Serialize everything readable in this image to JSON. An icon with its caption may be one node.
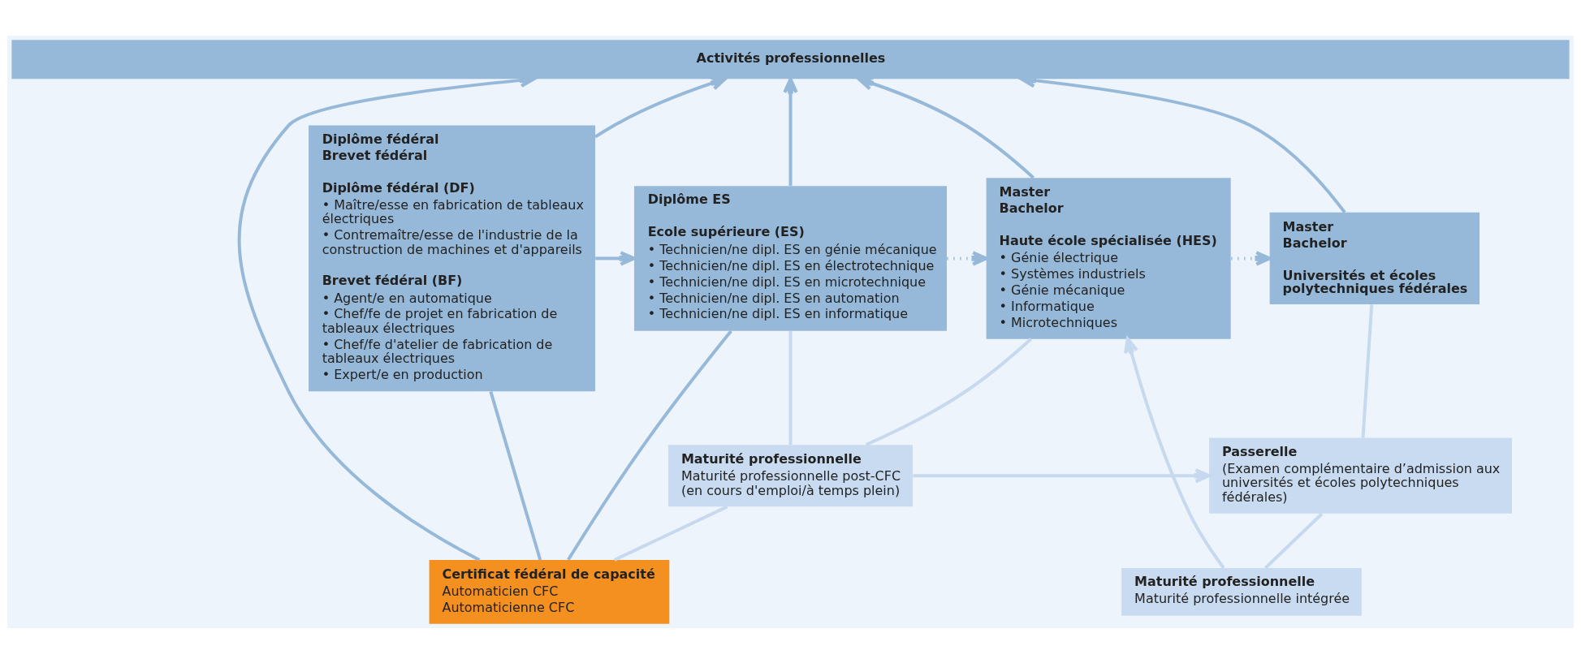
{
  "diagram": {
    "nodes": [
      {
        "text": [
          "Activités professionnelles"
        ]
      },
      {
        "text": [
          "Diplôme fédéral",
          "Brevet fédéral",
          "Diplôme fédéral (DF)",
          "• Maître/esse en fabrication de tableaux électriques",
          "• Contremaître/esse de l'industrie de la construction de machines et d'appareils",
          "Brevet fédéral (BF)",
          "• Agent/e en automatique",
          "• Chef/fe de projet en fabrication de tableaux électriques",
          "• Chef/fe d'atelier de fabrication de tableaux électriques",
          "• Expert/e en production"
        ]
      },
      {
        "text": [
          "Diplôme ES",
          "Ecole supérieure (ES)",
          "• Technicien/ne dipl. ES en génie mécanique",
          "• Technicien/ne dipl. ES en électrotechnique",
          "• Technicien/ne dipl. ES en microtechnique",
          "• Technicien/ne dipl. ES en automation",
          "• Technicien/ne dipl. ES en informatique"
        ]
      },
      {
        "text": [
          "Master",
          "Bachelor",
          "Haute école spécialisée (HES)",
          "• Génie électrique",
          "• Systèmes industriels",
          "• Génie mécanique",
          "• Informatique",
          "• Microtechniques"
        ]
      },
      {
        "text": [
          "Master",
          "Bachelor",
          "Universités et écoles polytechniques fédérales"
        ]
      },
      {
        "text": [
          "Maturité professionnelle",
          "Maturité professionnelle post-CFC (en cours d'emploi/à temps plein)"
        ]
      },
      {
        "text": [
          "Passerelle",
          "(Examen complémentaire d’admission aux universités et écoles polytechniques fédérales)"
        ]
      },
      {
        "text": [
          "Certificat fédéral de capacité",
          "Automaticien CFC",
          "Automaticienne CFC"
        ]
      },
      {
        "text": [
          "Maturité professionnelle",
          "Maturité professionnelle intégrée"
        ]
      }
    ],
    "edges": [
      {
        "from": 7,
        "to": 0,
        "arrow": "to"
      },
      {
        "from": 1,
        "to": 0,
        "arrow": "to"
      },
      {
        "from": 2,
        "to": 0,
        "arrow": "to"
      },
      {
        "from": 3,
        "to": 0,
        "arrow": "to"
      },
      {
        "from": 4,
        "to": 0,
        "arrow": "to"
      },
      {
        "from": 7,
        "to": 1,
        "arrow": "none"
      },
      {
        "from": 1,
        "to": 2,
        "arrow": "to"
      },
      {
        "from": 2,
        "to": 3,
        "arrow": "to",
        "style": "dashed"
      },
      {
        "from": 3,
        "to": 4,
        "arrow": "to",
        "style": "dashed"
      },
      {
        "from": 7,
        "to": 2,
        "arrow": "none"
      },
      {
        "from": 7,
        "to": 5,
        "arrow": "none",
        "color": "#c6d9ee"
      },
      {
        "from": 5,
        "to": 2,
        "arrow": "none",
        "color": "#c6d9ee"
      },
      {
        "from": 5,
        "to": 3,
        "arrow": "none",
        "color": "#c6d9ee"
      },
      {
        "from": 5,
        "to": 6,
        "arrow": "to",
        "color": "#c6d9ee"
      },
      {
        "from": 8,
        "to": 3,
        "arrow": "to",
        "color": "#c6d9ee"
      },
      {
        "from": 8,
        "to": 6,
        "arrow": "none",
        "color": "#c6d9ee"
      },
      {
        "from": 6,
        "to": 4,
        "arrow": "none",
        "color": "#c6d9ee"
      }
    ]
  }
}
